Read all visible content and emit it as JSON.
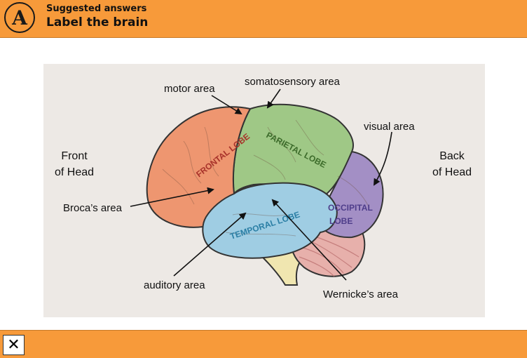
{
  "header": {
    "badge": "A",
    "subtitle": "Suggested answers",
    "title": "Label the brain"
  },
  "diagram": {
    "labels": {
      "motor_area": "motor area",
      "somatosensory_area": "somatosensory area",
      "visual_area": "visual area",
      "front_line1": "Front",
      "front_line2": "of Head",
      "back_line1": "Back",
      "back_line2": "of Head",
      "brocas_area": "Broca’s area",
      "auditory_area": "auditory area",
      "wernickes_area": "Wernicke’s area"
    },
    "lobes": {
      "frontal": "FRONTAL LOBE",
      "parietal": "PARIETAL LOBE",
      "temporal": "TEMPORAL LOBE",
      "occipital_line1": "OCCIPITAL",
      "occipital_line2": "LOBE"
    },
    "colors": {
      "frontal": "#ee9670",
      "parietal": "#9fc886",
      "temporal": "#9fcde3",
      "occipital": "#a38fc5",
      "cerebellum": "#e7b0ab",
      "stem": "#f0e6b0"
    }
  },
  "footer": {
    "close_icon": "close-icon",
    "close_glyph": "✕"
  }
}
